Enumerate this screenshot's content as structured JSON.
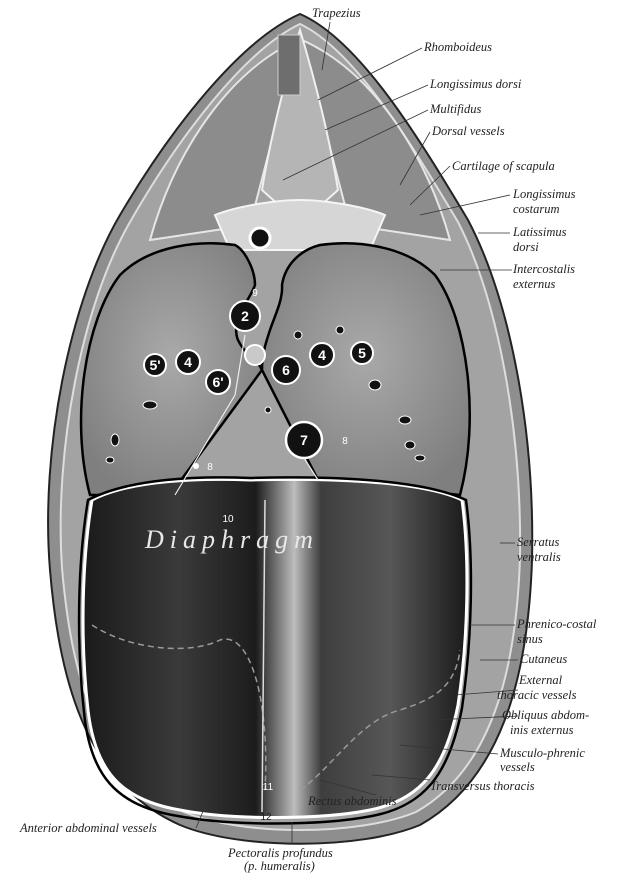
{
  "labels": {
    "trapezius": "Trapezius",
    "rhomboideus": "Rhomboideus",
    "longissimus_dorsi": "Longissimus dorsi",
    "multifidus": "Multifidus",
    "dorsal_vessels": "Dorsal vessels",
    "cartilage_scapula": "Cartilage of scapula",
    "longissimus_costarum_1": "Longissimus",
    "longissimus_costarum_2": "costarum",
    "latissimus_1": "Latissimus",
    "latissimus_2": "dorsi",
    "intercostalis_1": "Intercostalis",
    "intercostalis_2": "externus",
    "serratus_1": "Serratus",
    "serratus_2": "ventralis",
    "phrenico_1": "Phrenico-costal",
    "phrenico_2": "sinus",
    "cutaneus": "Cutaneus",
    "ext_thoracic_1": "External",
    "ext_thoracic_2": "thoracic vessels",
    "obliquus_1": "Obliquus abdom-",
    "obliquus_2": "inis externus",
    "musculo_1": "Musculo-phrenic",
    "musculo_2": "vessels",
    "transversus": "Transversus thoracis",
    "rectus": "Rectus abdominis",
    "anterior_abd": "Anterior abdominal vessels",
    "pectoralis_1": "Pectoralis profundus",
    "pectoralis_2": "(p. humeralis)",
    "diaphragm": "Diaphragm"
  },
  "markers": {
    "n2": "2",
    "n4a": "4",
    "n4b": "4",
    "n5a": "5'",
    "n5b": "5",
    "n6a": "6'",
    "n6b": "6",
    "n7": "7",
    "n8a": "8",
    "n8b": "8",
    "n9": "9",
    "n10": "10",
    "n11": "11",
    "n12": "12"
  }
}
